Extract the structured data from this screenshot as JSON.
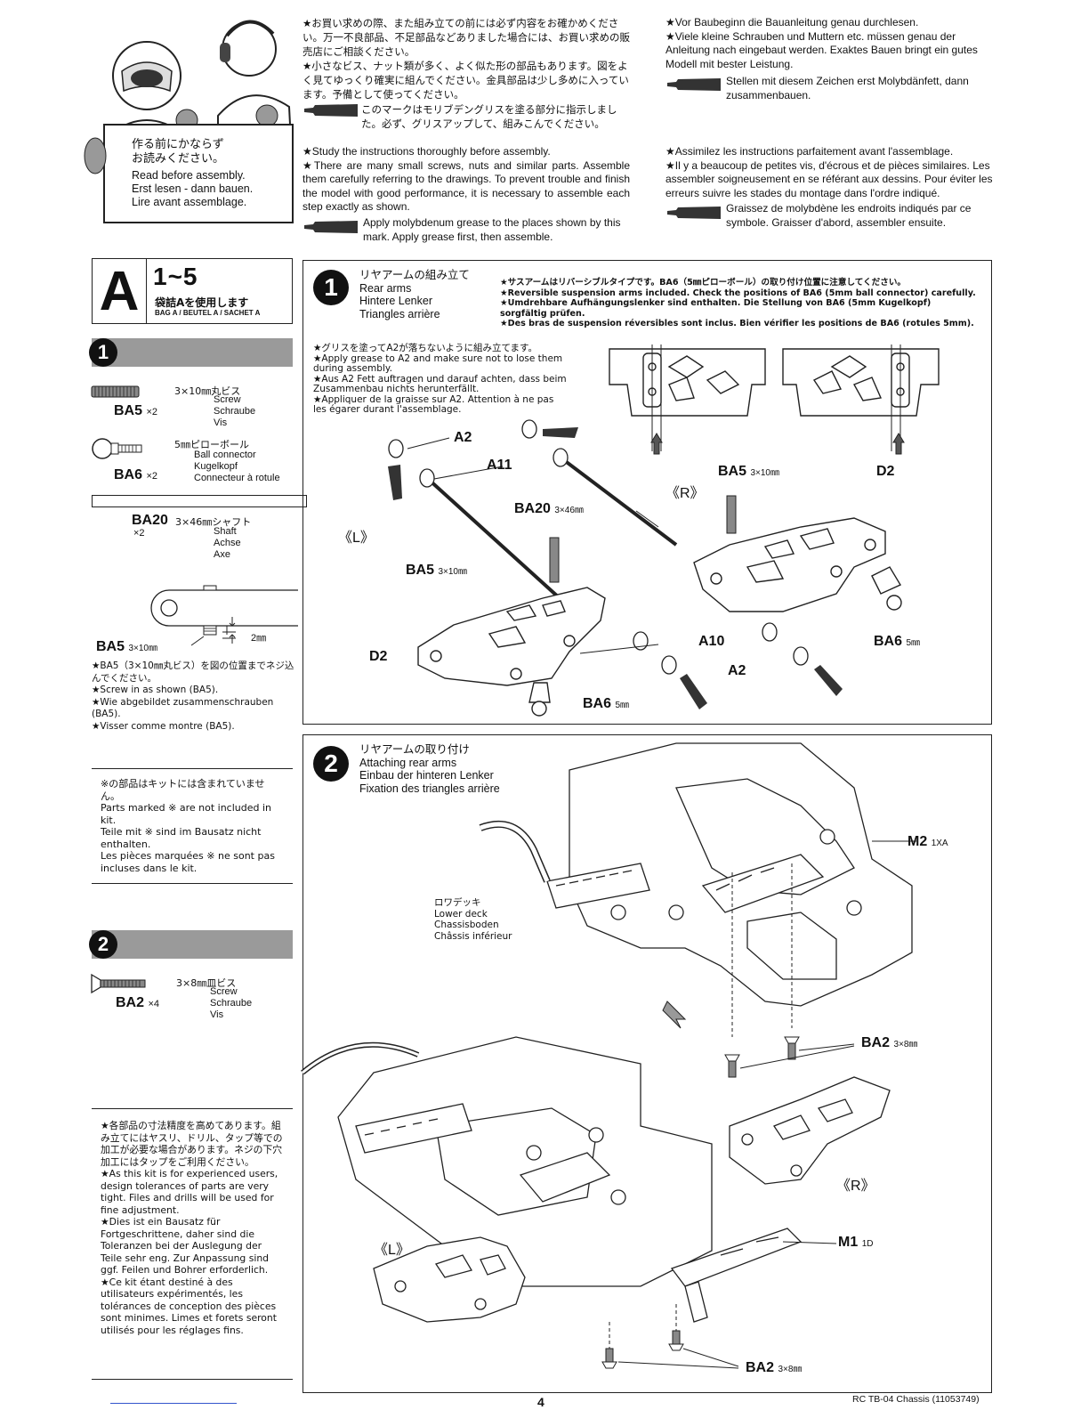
{
  "header": {
    "sign": {
      "jp": "作る前にかならず\nお読みください。",
      "en": "Read before assembly.",
      "de": "Erst lesen - dann bauen.",
      "fr": "Lire avant assemblage."
    },
    "jp_text": "★お買い求めの際、また組み立ての前には必ず内容をお確かめください。万一不良部品、不足部品などありました場合には、お買い求めの販売店にご相談ください。\n★小さなビス、ナット類が多く、よく似た形の部品もあります。図をよく見てゆっくり確実に組んでください。金具部品は少し多めに入っています。予備として使ってください。",
    "jp_grease": "このマークはモリブデングリスを塗る部分に指示しました。必ず、グリスアップして、組みこんでください。",
    "en_text": "★Study the instructions thoroughly before assembly.\n★There are many small screws, nuts and similar parts. Assemble them carefully referring to the drawings. To prevent trouble and finish the model with good performance, it is necessary to assemble each step exactly as shown.",
    "en_grease": "Apply molybdenum grease to the places shown by this mark. Apply grease first, then assemble.",
    "de_text": "★Vor Baubeginn die Bauanleitung genau durchlesen.\n★Viele kleine Schrauben und Muttern etc. müssen genau der Anleitung nach eingebaut werden. Exaktes Bauen bringt ein gutes Modell mit bester Leistung.",
    "de_grease": "Stellen mit diesem Zeichen erst Molybdänfett, dann zusammenbauen.",
    "fr_text": "★Assimilez les instructions parfaitement avant l'assemblage.\n★Il y a beaucoup de petites vis, d'écrous et de pièces similaires. Les assembler soigneusement en se référant aux dessins. Pour éviter les erreurs suivre les stades du montage dans l'ordre indiqué.",
    "fr_grease": "Graissez de molybdène les endroits indiqués par ce symbole. Graisser d'abord, assembler ensuite."
  },
  "bag": {
    "letter": "A",
    "steps": "1~5",
    "jp": "袋詰Aを使用します",
    "en": "BAG A / BEUTEL A / SACHET A"
  },
  "sidebar": {
    "step1_num": "1",
    "parts1": [
      {
        "code": "BA5",
        "qty": "×2",
        "size": "3×10㎜丸ビス",
        "names": "Screw\nSchraube\nVis"
      },
      {
        "code": "BA6",
        "qty": "×2",
        "size": "5㎜ピローボール",
        "names": "Ball connector\nKugelkopf\nConnecteur à rotule"
      },
      {
        "code": "BA20",
        "qty": "×2",
        "size": "3×46㎜シャフト",
        "names": "Shaft\nAchse\nAxe"
      }
    ],
    "ba5_detail": {
      "code": "BA5",
      "size": "3×10㎜",
      "gap": "2㎜"
    },
    "ba5_note": "★BA5（3×10㎜丸ビス）を図の位置までネジ込んでください。\n★Screw in as shown (BA5).\n★Wie abgebildet zusammenschrauben (BA5).\n★Visser comme montre (BA5).",
    "not_included": "※の部品はキットには含まれていません。\nParts marked ※ are not included in kit.\nTeile mit ※ sind im Bausatz nicht enthalten.\nLes pièces marquées ※ ne sont pas incluses dans le kit.",
    "step2_num": "2",
    "parts2": [
      {
        "code": "BA2",
        "qty": "×4",
        "size": "3×8㎜皿ビス",
        "names": "Screw\nSchraube\nVis"
      }
    ],
    "experienced": "★各部品の寸法精度を高めてあります。組み立てにはヤスリ、ドリル、タップ等での加工が必要な場合があります。ネジの下穴加工にはタップをご利用ください。\n★As this kit is for experienced users, design tolerances of parts are very tight. Files and drills will be used for fine adjustment.\n★Dies ist ein Bausatz für Fortgeschrittene, daher sind die Toleranzen bei der Auslegung der Teile sehr eng. Zur Anpassung sind ggf. Feilen und Bohrer erforderlich.\n★Ce kit étant destiné à des utilisateurs expérimentés, les tolérances de conception des pièces sont minimes. Limes et forets seront utilisés pour les réglages fins."
  },
  "step1": {
    "num": "1",
    "title_jp": "リヤアームの組み立て",
    "title_en": "Rear arms",
    "title_de": "Hintere Lenker",
    "title_fr": "Triangles arrière",
    "note": "★サスアームはリバーシブルタイプです。BA6（5㎜ピローボール）の取り付け位置に注意してください。\n★Reversible suspension arms included. Check the positions of BA6 (5mm ball connector) carefully.\n★Umdrehbare Aufhängungslenker sind enthalten. Die Stellung von BA6 (5mm Kugelkopf) sorgfältig prüfen.\n★Des bras de suspension réversibles sont inclus. Bien vérifier les positions de BA6 (rotules 5mm).",
    "grease_note": "★グリスを塗ってA2が落ちないように組み立てます。\n★Apply grease to A2 and make sure not to lose them during assembly.\n★Aus A2 Fett auftragen und darauf achten, dass beim Zusammenbau nichts herunterfällt.\n★Appliquer de la graisse sur A2. Attention à ne pas les égarer durant l'assemblage.",
    "labels": {
      "a2": "A2",
      "a11": "A11",
      "ba20": "BA20",
      "ba20_size": "3×46㎜",
      "l": "《L》",
      "r": "《R》",
      "ba5": "BA5",
      "ba5_size": "3×10㎜",
      "d2": "D2",
      "ba6": "BA6",
      "ba6_size": "5㎜",
      "a10": "A10",
      "d2_arm": "D2"
    }
  },
  "step2": {
    "num": "2",
    "title_jp": "リヤアームの取り付け",
    "title_en": "Attaching rear arms",
    "title_de": "Einbau der hinteren Lenker",
    "title_fr": "Fixation des triangles arrière",
    "lower_deck": "ロワデッキ\nLower deck\nChassisboden\nChâssis inférieur",
    "labels": {
      "m2": "M2",
      "m2_sub": "1XA",
      "ba2": "BA2",
      "ba2_size": "3×8㎜",
      "r": "《R》",
      "l": "《L》",
      "m1": "M1",
      "m1_sub": "1D"
    }
  },
  "footer": {
    "page": "4",
    "doc": "RC TB-04 Chassis (11053749)"
  }
}
